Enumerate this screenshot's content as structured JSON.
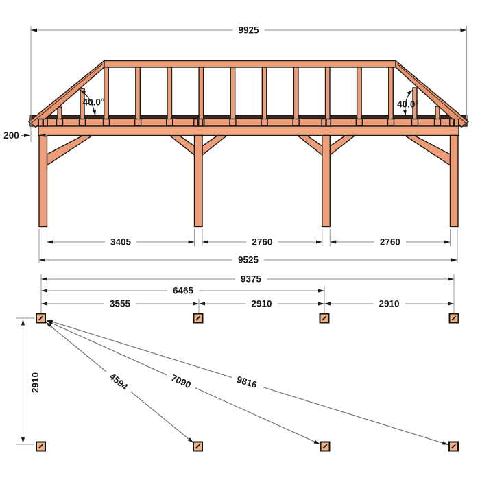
{
  "drawing": {
    "type": "timber-frame carport construction drawing",
    "elevation": {
      "roof_width": "9925",
      "overhang": "200",
      "roof_angle_left": "40.0°",
      "roof_angle_right": "40.0°",
      "bay_left": "3405",
      "bay_middle": "2760",
      "bay_right": "2760",
      "total_width": "9525"
    },
    "plan": {
      "total_width": "9375",
      "width_partial": "6465",
      "col_left": "3555",
      "col_middle": "2910",
      "col_right": "2910",
      "depth": "2910",
      "diag_short": "4594",
      "diag_middle": "7090",
      "diag_long": "9816"
    },
    "colors": {
      "timber": "#ED9E78",
      "timber_light": "#F0A884",
      "timber_rafter": "#E9946C",
      "timber_marker": "#F3B285",
      "shadow": "#3E2A20",
      "outline": "#1A1A1A",
      "dim": "#8C8C8C",
      "text": "#1A1A1A"
    }
  }
}
